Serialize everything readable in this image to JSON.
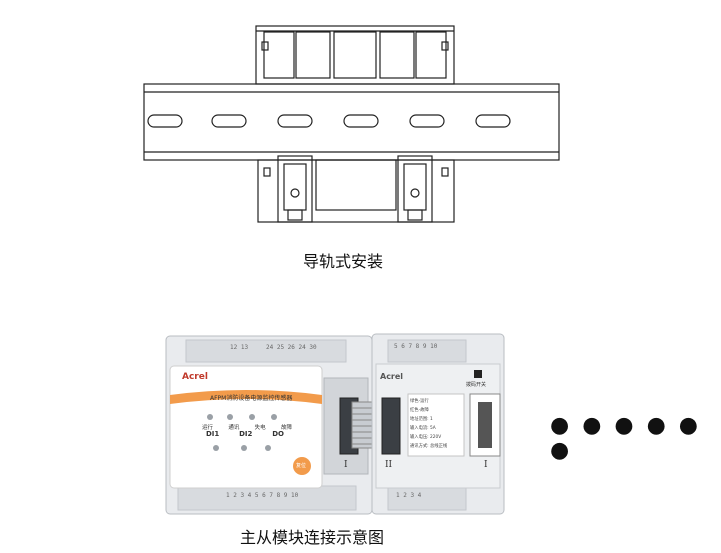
{
  "captions": {
    "top": "导轨式安装",
    "bottom": "主从模块连接示意图"
  },
  "device": {
    "brand": "Acrel",
    "model_title": "AFPM消防设备电源监控传感器",
    "leds": [
      "运行",
      "通讯",
      "失电",
      "故障"
    ],
    "io_labels": [
      "DI1",
      "DI2",
      "DO"
    ],
    "reset_button": "复位",
    "port_labels": [
      "I",
      "II",
      "I"
    ],
    "slave_reset": "拨码开关",
    "slave_info_lines": [
      "绿色-运行",
      "红色-故障",
      "地址范围: 1",
      "输入电流: 5A",
      "输入电压: 220V",
      "通讯方式: 总线正线"
    ],
    "top_terminals_master": [
      "12 13",
      "24 25 26 24 30"
    ],
    "top_terminals_slave": [
      "5 6 7 8 9 10"
    ],
    "bottom_terminals_master": [
      "1 2 3 4 5 6 7 8 9 10"
    ],
    "bottom_terminals_slave": [
      "1 2 3 4"
    ]
  },
  "ellipsis": "● ● ● ● ● ●"
}
